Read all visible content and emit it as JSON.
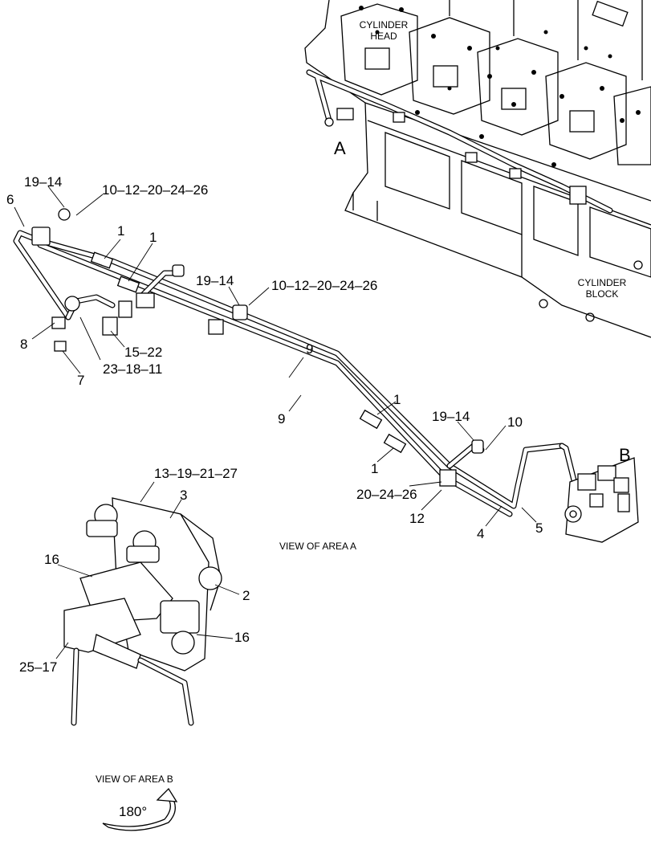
{
  "labels": {
    "cylinder_head": [
      "CYLINDER",
      "HEAD"
    ],
    "cylinder_block": [
      "CYLINDER",
      "BLOCK"
    ],
    "area_a": "A",
    "area_b": "B",
    "view_a": "VIEW OF AREA A",
    "view_b": "VIEW OF AREA B",
    "rotation": "180°"
  },
  "callouts": {
    "c19_14_a": "19–14",
    "c10_12_a": "10–12–20–24–26",
    "c6": "6",
    "c1_a": "1",
    "c1_b": "1",
    "c19_14_b": "19–14",
    "c10_12_b": "10–12–20–24–26",
    "c8": "8",
    "c15_22": "15–22",
    "c23_18_11": "23–18–11",
    "c7": "7",
    "c9_a": "9",
    "c9_b": "9",
    "c1_c": "1",
    "c19_14_c": "19–14",
    "c10": "10",
    "c1_d": "1",
    "c20_24_26": "20–24–26",
    "c12": "12",
    "c4": "4",
    "c5": "5",
    "c13_19": "13–19–21–27",
    "c3": "3",
    "c16_a": "16",
    "c2": "2",
    "c16_b": "16",
    "c25_17": "25–17"
  }
}
